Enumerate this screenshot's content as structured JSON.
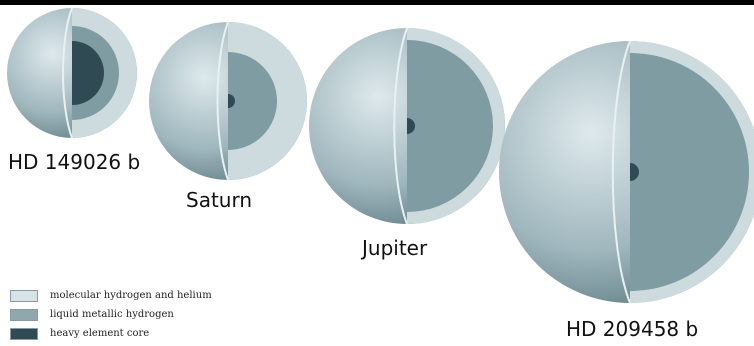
{
  "colors": {
    "molecular": "#d7e3e7",
    "metallic": "#7f9ca3",
    "core": "#2f4a52",
    "shell_light": "#c9d7dc",
    "shell_dark": "#6f8c94"
  },
  "planets": [
    {
      "name": "HD 149026 b"
    },
    {
      "name": "Saturn"
    },
    {
      "name": "Jupiter"
    },
    {
      "name": "HD 209458 b"
    }
  ],
  "legend": [
    {
      "label": "molecular hydrogen and helium",
      "color": "#d7e3e7"
    },
    {
      "label": "liquid metallic hydrogen",
      "color": "#8ea8ae"
    },
    {
      "label": "heavy element core",
      "color": "#2f4a52"
    }
  ]
}
